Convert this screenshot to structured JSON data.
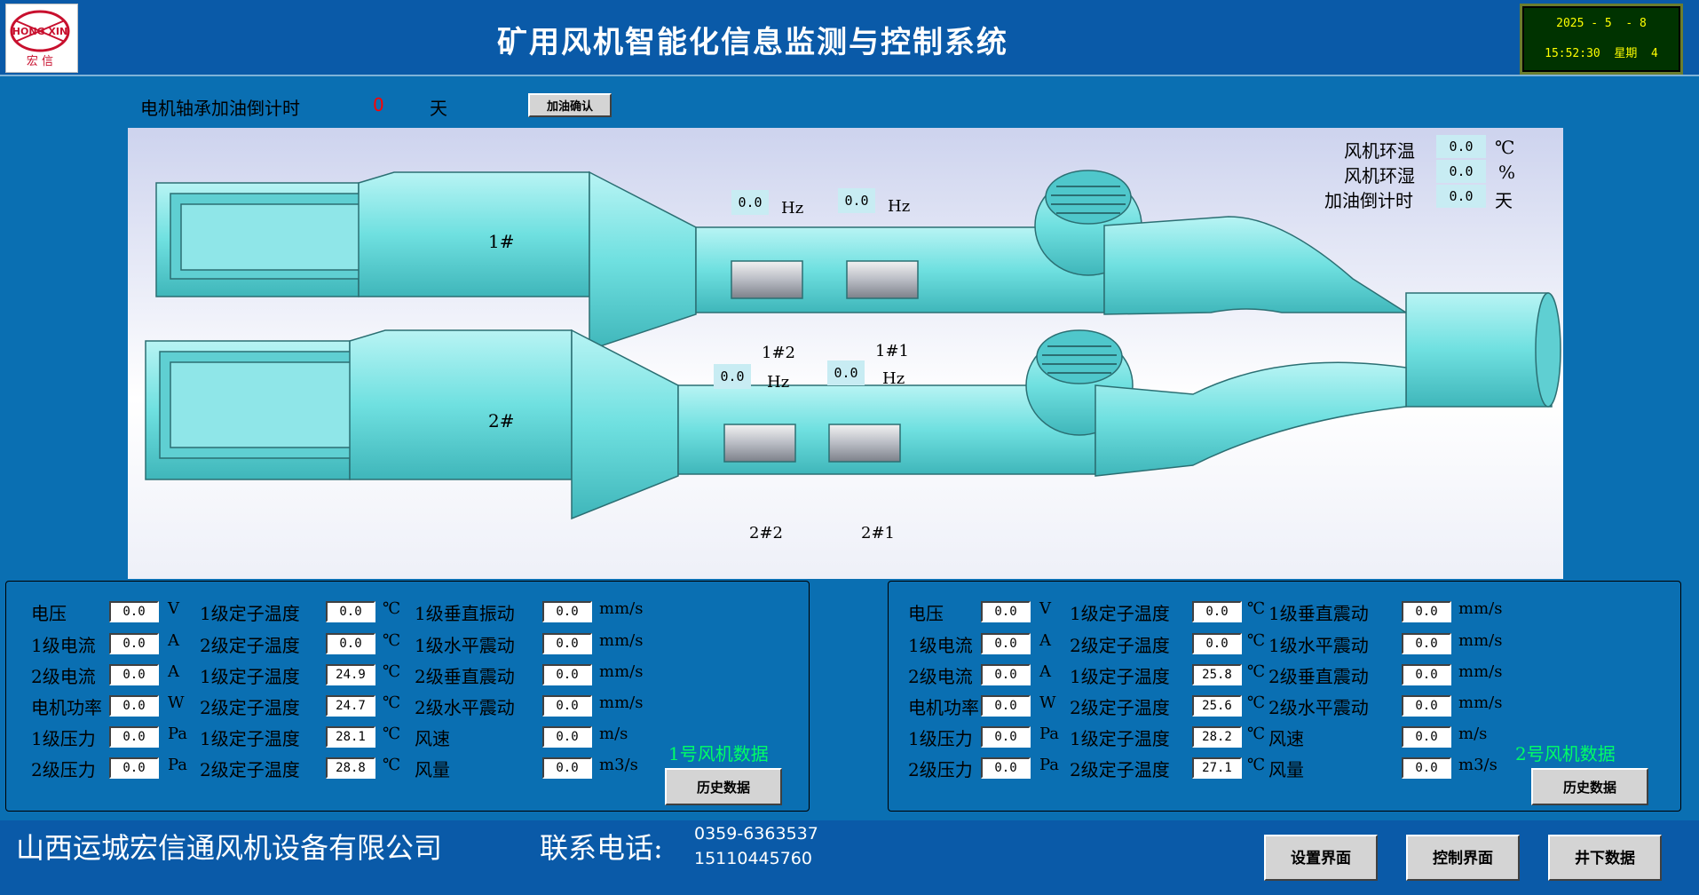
{
  "header": {
    "logo_text_top": "HONG XIN",
    "logo_text_bottom": "宏 信",
    "title": "矿用风机智能化信息监测与控制系统",
    "clock_date": "2025 - 5  - 8",
    "clock_time": "15:52:30  星期  4"
  },
  "oil": {
    "label": "电机轴承加油倒计时",
    "value": "0",
    "unit": "天",
    "confirm_button": "加油确认",
    "value_color": "#ff0000"
  },
  "env": [
    {
      "label": "风机环温",
      "value": "0.0",
      "unit": "℃"
    },
    {
      "label": "风机环湿",
      "value": "0.0",
      "unit": "%"
    },
    {
      "label": "加油倒计时",
      "value": "0.0",
      "unit": "天"
    }
  ],
  "diagram": {
    "fan1_label": "1#",
    "fan2_label": "2#",
    "motor_labels": {
      "m12": "1#2",
      "m11": "1#1",
      "m22": "2#2",
      "m21": "2#1"
    },
    "freq": [
      {
        "value": "0.0",
        "unit": "Hz"
      },
      {
        "value": "0.0",
        "unit": "Hz"
      },
      {
        "value": "0.0",
        "unit": "Hz"
      },
      {
        "value": "0.0",
        "unit": "Hz"
      }
    ],
    "pipe_color": "#6fe0e0"
  },
  "panel1": {
    "col1": [
      {
        "label": "电压",
        "value": "0.0",
        "unit": "V"
      },
      {
        "label": "1级电流",
        "value": "0.0",
        "unit": "A"
      },
      {
        "label": "2级电流",
        "value": "0.0",
        "unit": "A"
      },
      {
        "label": "电机功率",
        "value": "0.0",
        "unit": "W"
      },
      {
        "label": "1级压力",
        "value": "0.0",
        "unit": "Pa"
      },
      {
        "label": "2级压力",
        "value": "0.0",
        "unit": "Pa"
      }
    ],
    "col2": [
      {
        "label": "1级定子温度",
        "value": "0.0",
        "unit": "℃"
      },
      {
        "label": "2级定子温度",
        "value": "0.0",
        "unit": "℃"
      },
      {
        "label": "1级定子温度",
        "value": "24.9",
        "unit": "℃"
      },
      {
        "label": "2级定子温度",
        "value": "24.7",
        "unit": "℃"
      },
      {
        "label": "1级定子温度",
        "value": "28.1",
        "unit": "℃"
      },
      {
        "label": "2级定子温度",
        "value": "28.8",
        "unit": "℃"
      }
    ],
    "col3": [
      {
        "label": "1级垂直振动",
        "value": "0.0",
        "unit": "mm/s"
      },
      {
        "label": "1级水平震动",
        "value": "0.0",
        "unit": "mm/s"
      },
      {
        "label": "2级垂直震动",
        "value": "0.0",
        "unit": "mm/s"
      },
      {
        "label": "2级水平震动",
        "value": "0.0",
        "unit": "mm/s"
      },
      {
        "label": "风速",
        "value": "0.0",
        "unit": "m/s"
      },
      {
        "label": "风量",
        "value": "0.0",
        "unit": "m3/s"
      }
    ],
    "title": "1号风机数据",
    "history_button": "历史数据"
  },
  "panel2": {
    "col1": [
      {
        "label": "电压",
        "value": "0.0",
        "unit": "V"
      },
      {
        "label": "1级电流",
        "value": "0.0",
        "unit": "A"
      },
      {
        "label": "2级电流",
        "value": "0.0",
        "unit": "A"
      },
      {
        "label": "电机功率",
        "value": "0.0",
        "unit": "W"
      },
      {
        "label": "1级压力",
        "value": "0.0",
        "unit": "Pa"
      },
      {
        "label": "2级压力",
        "value": "0.0",
        "unit": "Pa"
      }
    ],
    "col2": [
      {
        "label": "1级定子温度",
        "value": "0.0",
        "unit": "℃"
      },
      {
        "label": "2级定子温度",
        "value": "0.0",
        "unit": "℃"
      },
      {
        "label": "1级定子温度",
        "value": "25.8",
        "unit": "℃"
      },
      {
        "label": "2级定子温度",
        "value": "25.6",
        "unit": "℃"
      },
      {
        "label": "1级定子温度",
        "value": "28.2",
        "unit": "℃"
      },
      {
        "label": "2级定子温度",
        "value": "27.1",
        "unit": "℃"
      }
    ],
    "col3": [
      {
        "label": "1级垂直震动",
        "value": "0.0",
        "unit": "mm/s"
      },
      {
        "label": "1级水平震动",
        "value": "0.0",
        "unit": "mm/s"
      },
      {
        "label": "2级垂直震动",
        "value": "0.0",
        "unit": "mm/s"
      },
      {
        "label": "2级水平震动",
        "value": "0.0",
        "unit": "mm/s"
      },
      {
        "label": "风速",
        "value": "0.0",
        "unit": "m/s"
      },
      {
        "label": "风量",
        "value": "0.0",
        "unit": "m3/s"
      }
    ],
    "title": "2号风机数据",
    "history_button": "历史数据"
  },
  "footer": {
    "company": "山西运城宏信通风机设备有限公司",
    "phone_label": "联系电话:",
    "phone1": "0359-6363537",
    "phone2": "15110445760",
    "buttons": [
      "设置界面",
      "控制界面",
      "井下数据"
    ]
  },
  "colors": {
    "background": "#0a6fb2",
    "panel_title": "#00ff66",
    "clock_text": "#ffff00"
  }
}
